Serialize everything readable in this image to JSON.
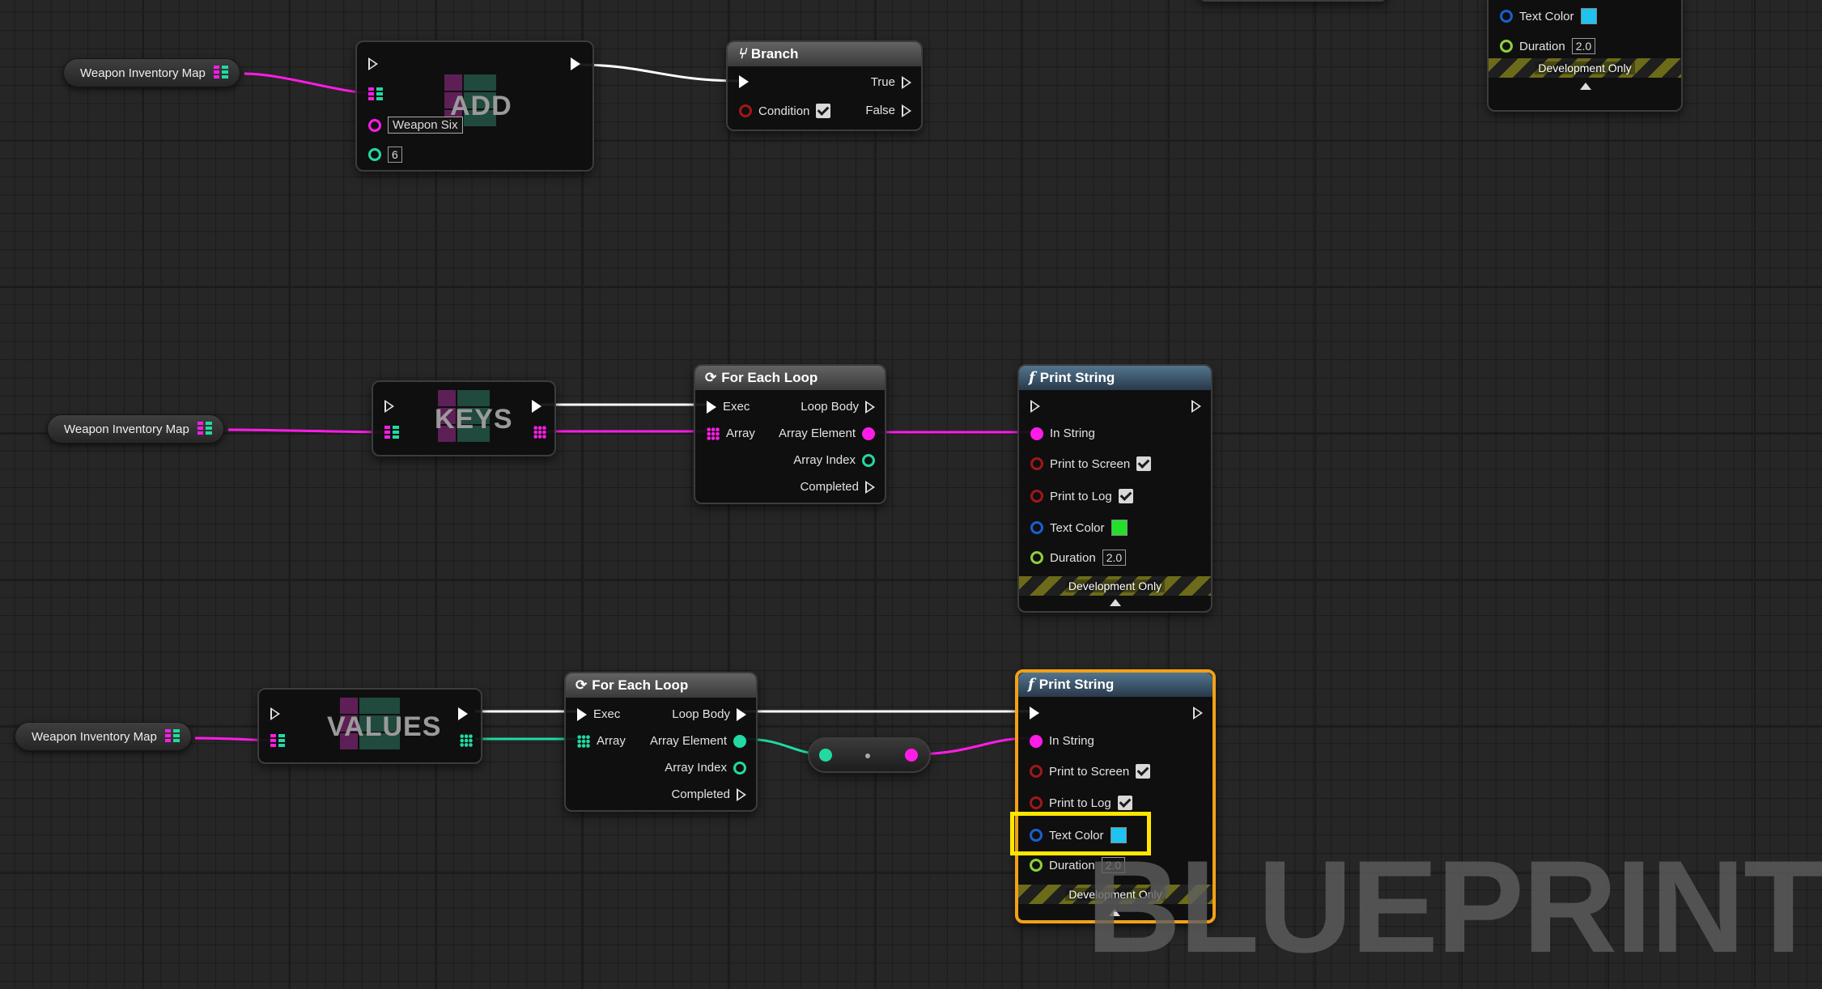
{
  "colors": {
    "wire_map": "#ff1ce6",
    "wire_float": "#22d9a3",
    "exec": "#ffffff",
    "selected": "#f2a116",
    "highlight": "#ffe600",
    "text_color_cyan": "#1ec3f0",
    "text_color_green": "#22e02a"
  },
  "top_getter": {
    "label": "Weapon Inventory Map"
  },
  "add_node": {
    "title": "ADD",
    "key_value": "Weapon Six",
    "value_value": "6"
  },
  "branch_node": {
    "title": "Branch",
    "condition": "Condition",
    "true_label": "True",
    "false_label": "False"
  },
  "topright_node": {
    "text_color": "Text Color",
    "duration": "Duration",
    "duration_value": "2.0",
    "dev_only": "Development Only"
  },
  "keys_getter": {
    "label": "Weapon Inventory Map"
  },
  "keys_node": {
    "title": "KEYS"
  },
  "foreach1": {
    "title": "For Each Loop",
    "exec": "Exec",
    "array": "Array",
    "loop_body": "Loop Body",
    "array_element": "Array Element",
    "array_index": "Array Index",
    "completed": "Completed"
  },
  "print1": {
    "title": "Print String",
    "in_string": "In String",
    "print_to_screen": "Print to Screen",
    "print_to_log": "Print to Log",
    "text_color": "Text Color",
    "duration": "Duration",
    "duration_value": "2.0",
    "dev_only": "Development Only"
  },
  "values_getter": {
    "label": "Weapon Inventory Map"
  },
  "values_node": {
    "title": "VALUES"
  },
  "foreach2": {
    "title": "For Each Loop",
    "exec": "Exec",
    "array": "Array",
    "loop_body": "Loop Body",
    "array_element": "Array Element",
    "array_index": "Array Index",
    "completed": "Completed"
  },
  "print2": {
    "title": "Print String",
    "in_string": "In String",
    "print_to_screen": "Print to Screen",
    "print_to_log": "Print to Log",
    "text_color": "Text Color",
    "duration": "Duration",
    "duration_value": "2.0",
    "dev_only": "Development Only"
  },
  "watermark": "BLUEPRINT"
}
